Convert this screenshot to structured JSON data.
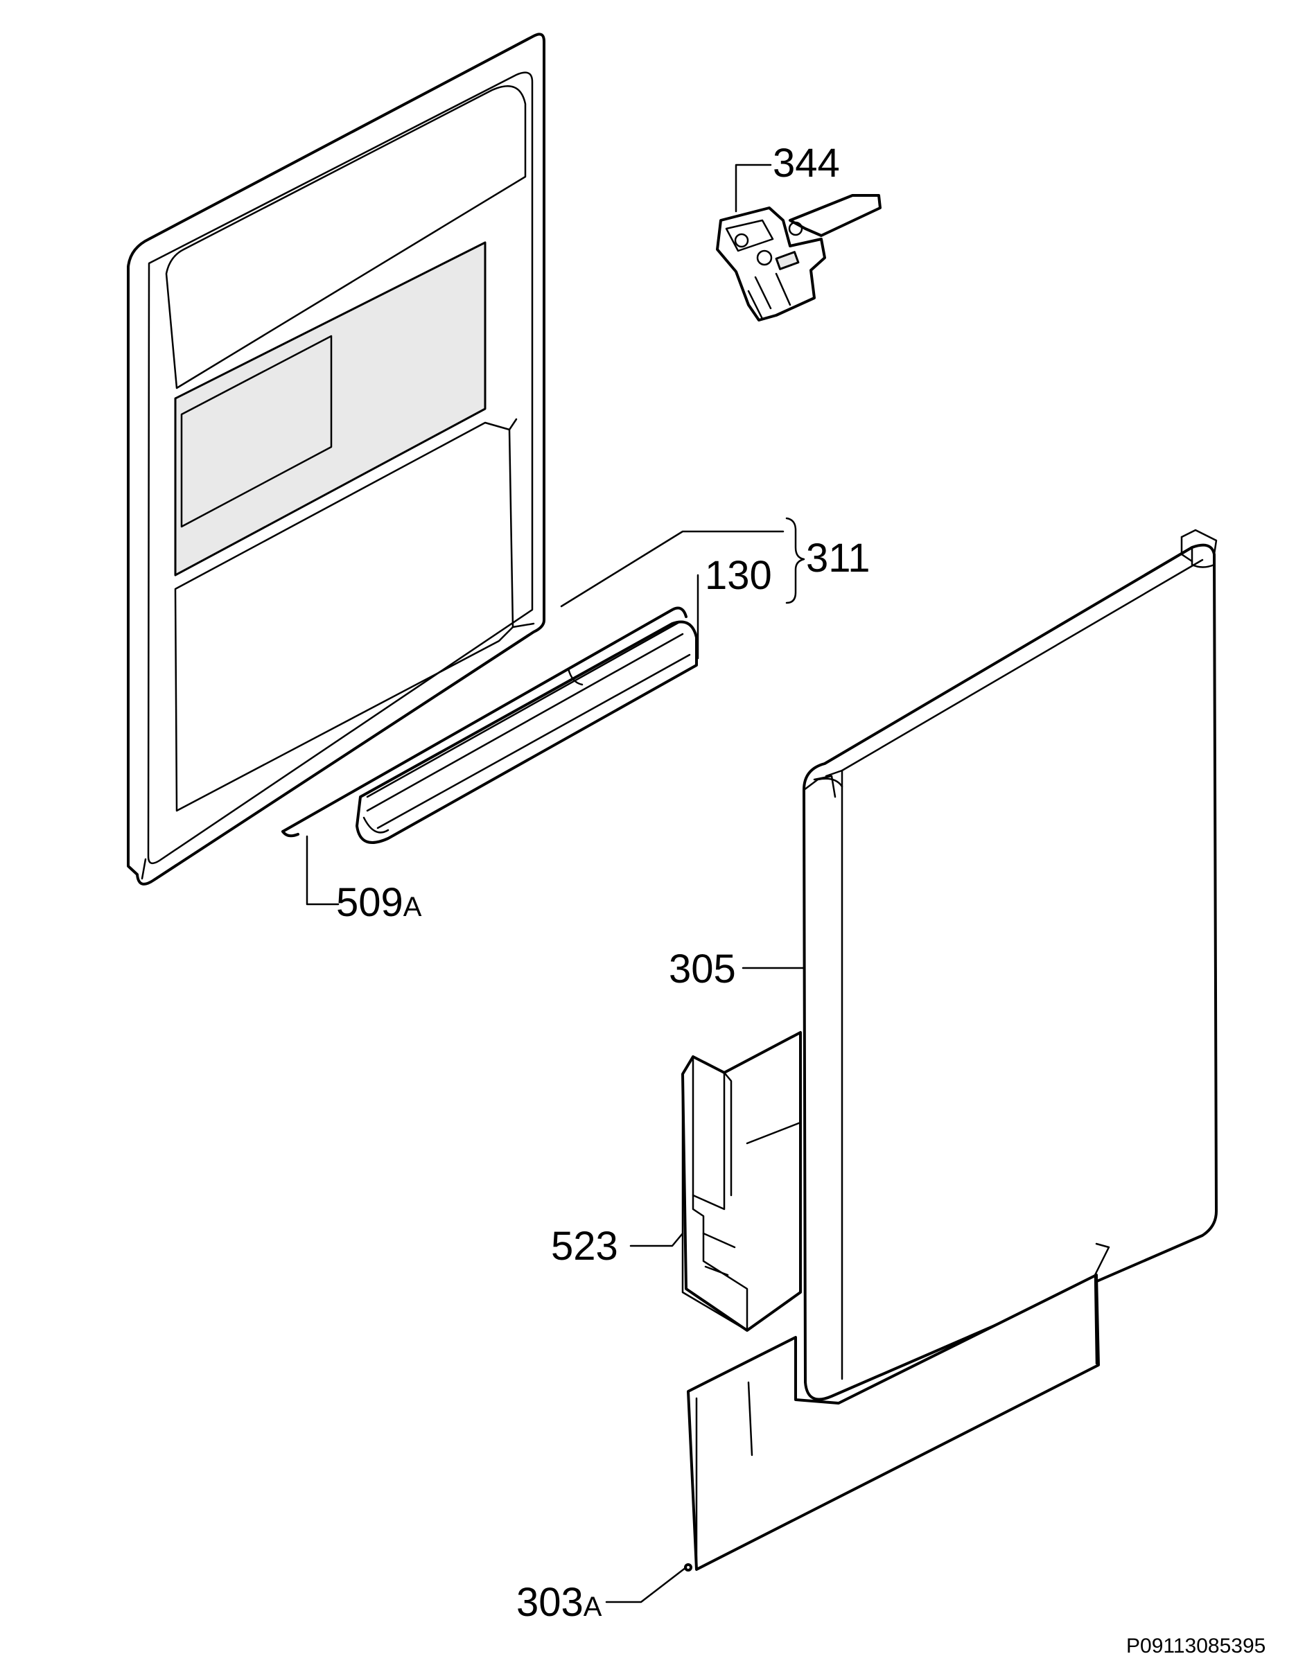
{
  "callouts": {
    "p344": "344",
    "p311": "311",
    "p130": "130",
    "p509": "509",
    "p509_suffix": "A",
    "p305": "305",
    "p523": "523",
    "p303": "303",
    "p303_suffix": "A"
  },
  "document_id": "P09113085395"
}
